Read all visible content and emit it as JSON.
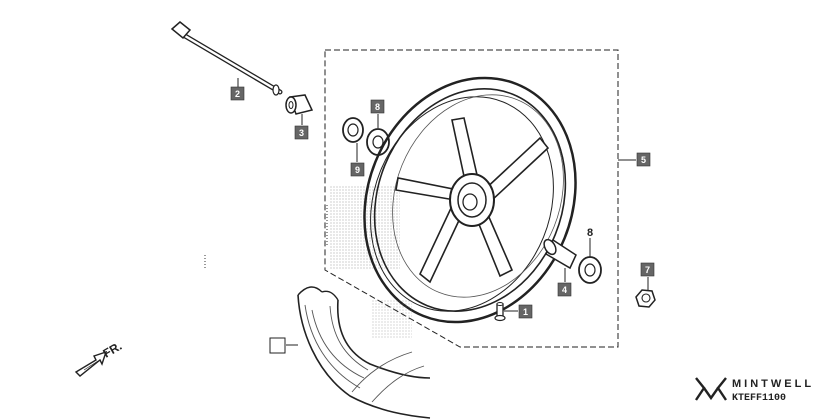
{
  "diagram": {
    "direction_label": "FR.",
    "callouts": {
      "c1": "1",
      "c2": "2",
      "c3": "3",
      "c4": "4",
      "c5": "5",
      "c7": "7",
      "c8": "8",
      "c9": "9"
    },
    "plain_labels": {
      "l8": "8"
    },
    "empty_box": ""
  },
  "brand": {
    "name": "MINTWELL",
    "code": "KTEFF1100"
  }
}
